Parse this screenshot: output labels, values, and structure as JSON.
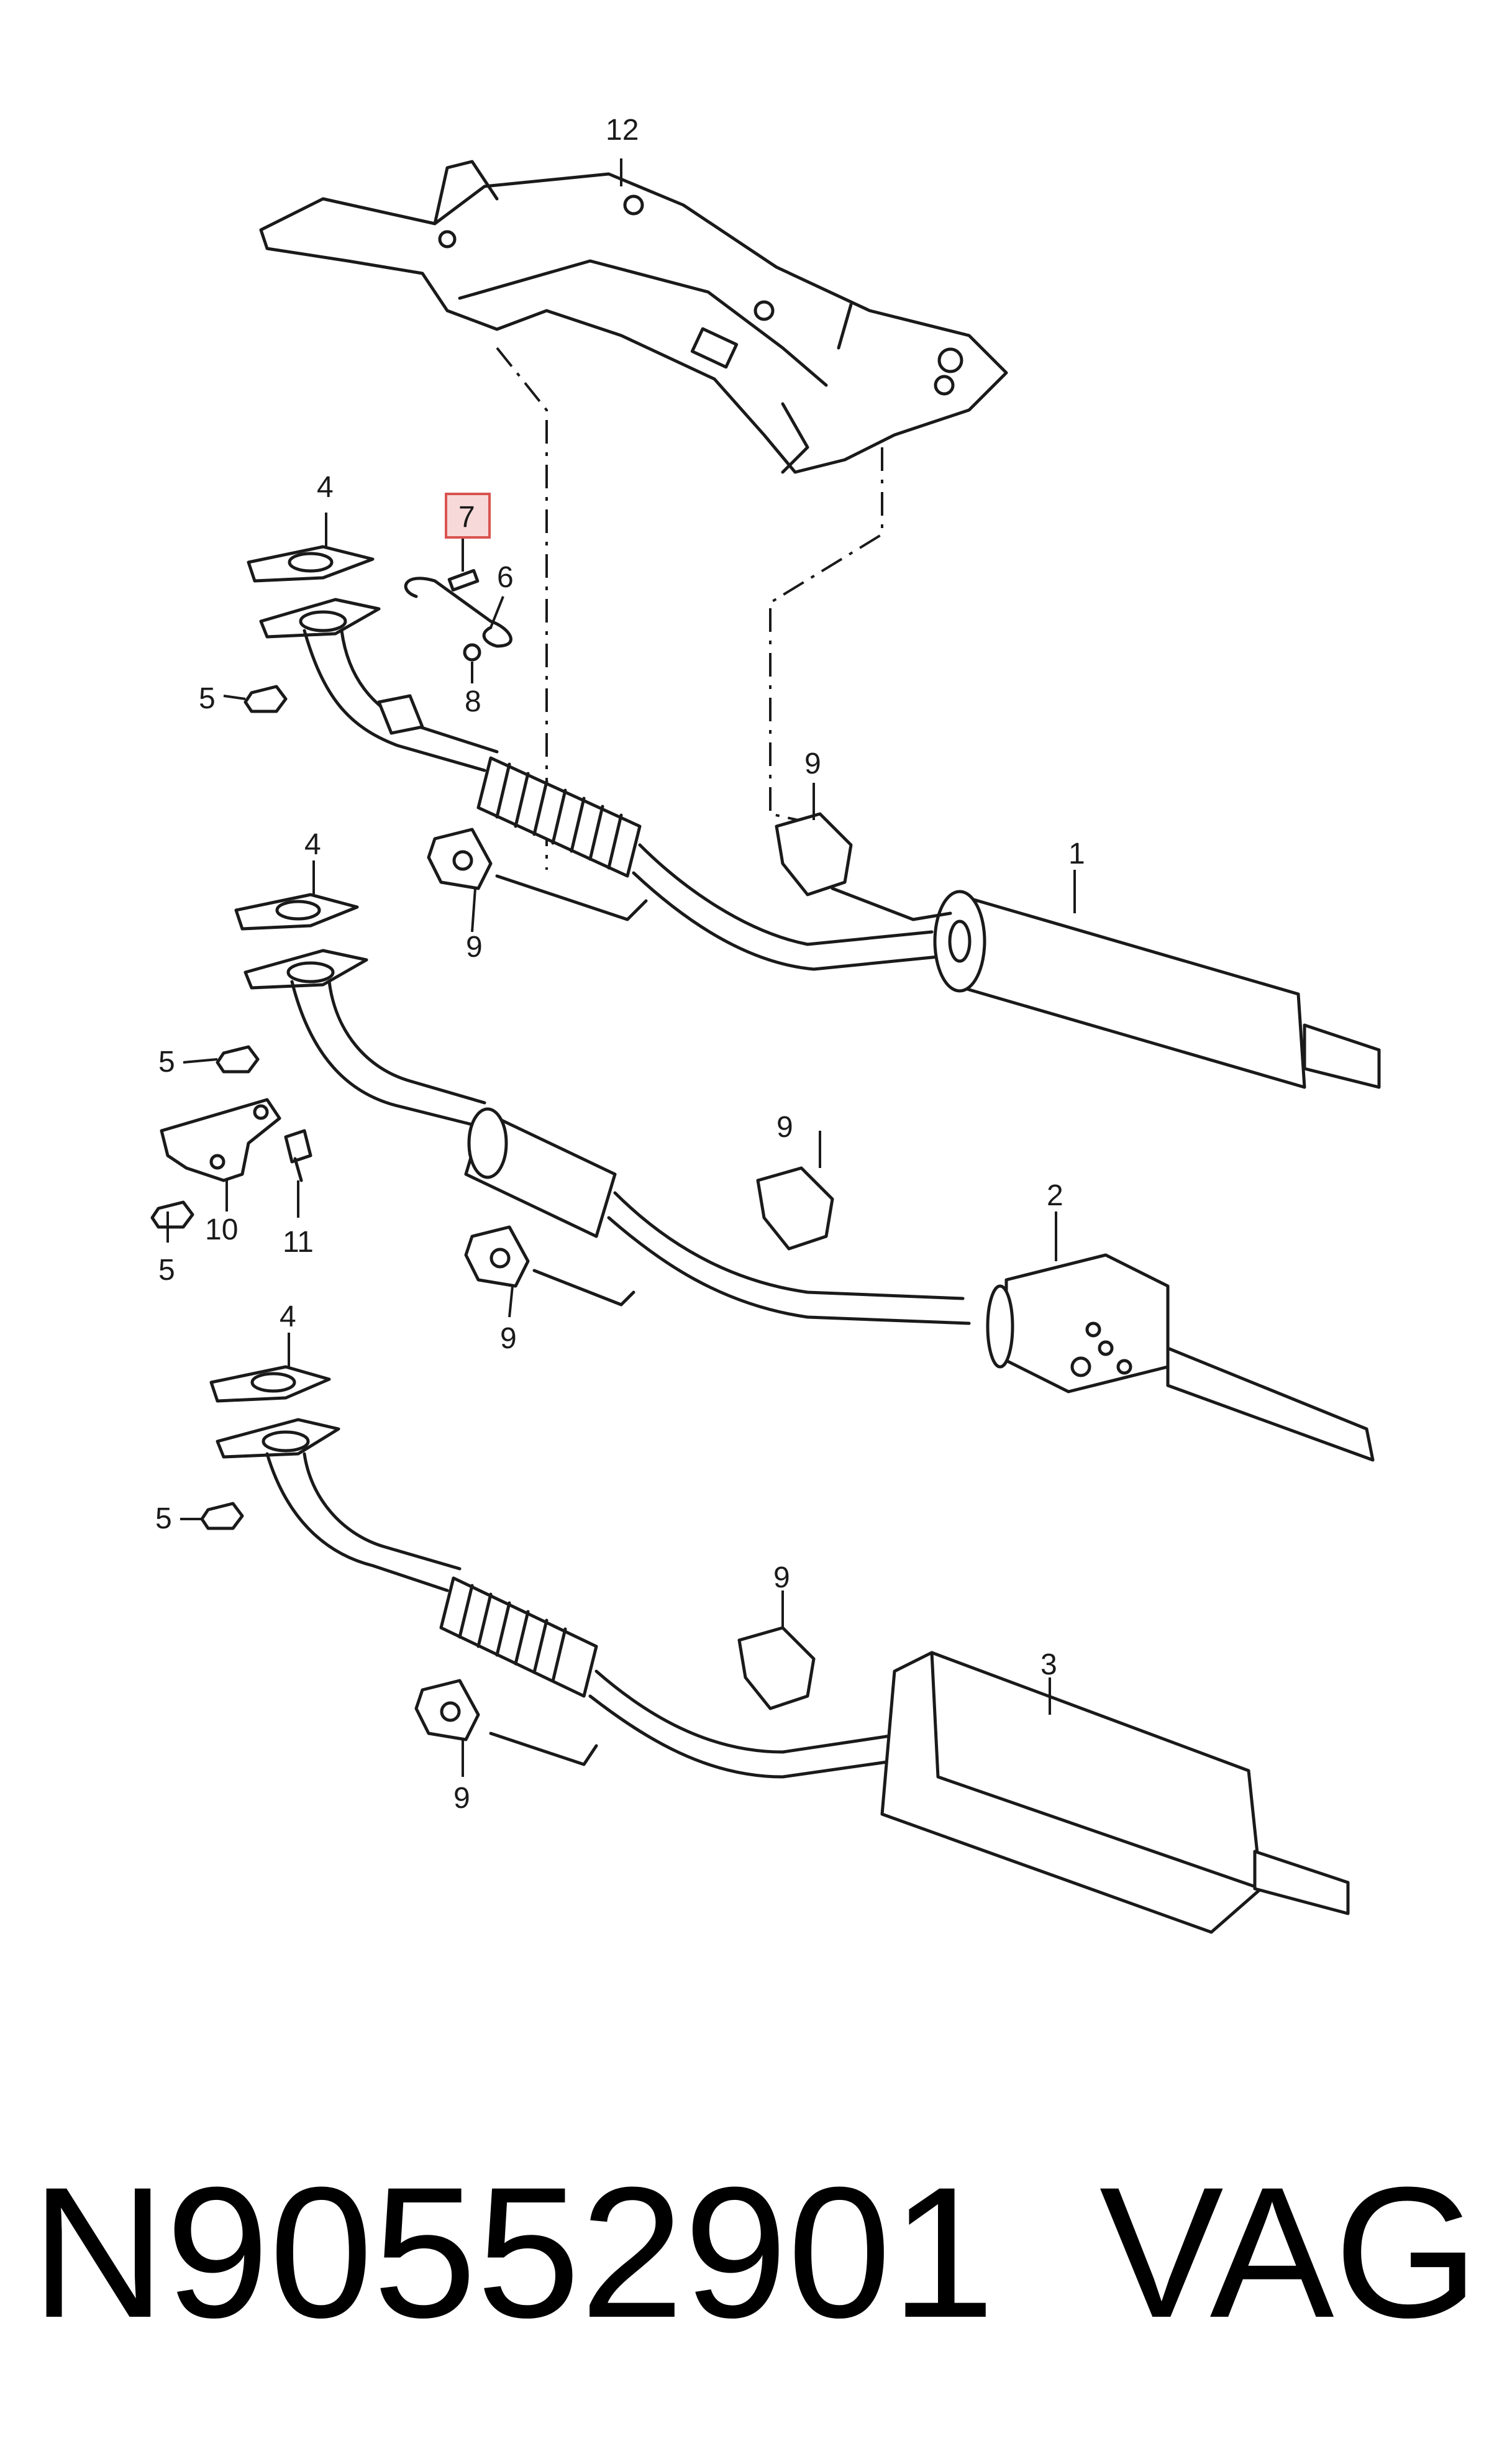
{
  "callouts": {
    "subframe": "12",
    "rear_muffler_1": "1",
    "rear_muffler_2": "2",
    "rear_muffler_3": "3",
    "gasket": "4",
    "nut": "5",
    "clamp": "6",
    "bolt_highlighted": "7",
    "washer": "8",
    "hanger": "9",
    "bracket": "10",
    "bolt": "11"
  },
  "footer": {
    "part_number": "N90552901",
    "brand": "VAG"
  },
  "colors": {
    "line": "#1a1a1a",
    "highlight_fill": "#f7d9d9",
    "highlight_stroke": "#d9534f"
  }
}
